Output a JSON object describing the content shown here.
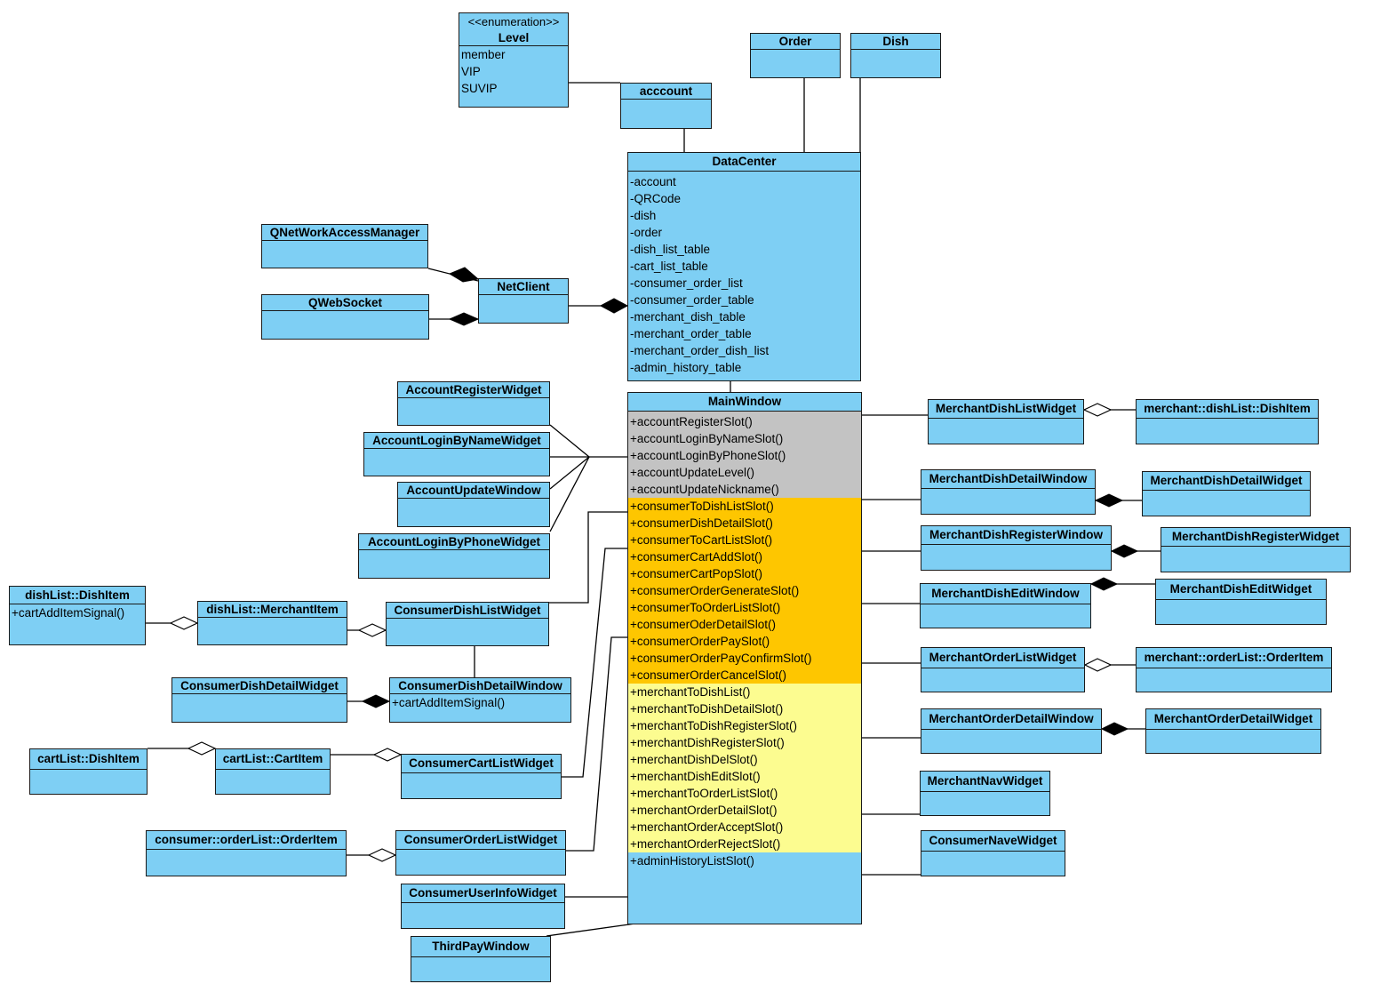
{
  "classes": {
    "level": {
      "stereotype": "<<enumeration>>",
      "name": "Level",
      "attrs": [
        "member",
        "VIP",
        "SUVIP"
      ]
    },
    "acccount": {
      "name": "acccount"
    },
    "order": {
      "name": "Order"
    },
    "dish": {
      "name": "Dish"
    },
    "datacenter": {
      "name": "DataCenter",
      "attrs": [
        "-account",
        "-QRCode",
        "-dish",
        "-order",
        "-dish_list_table",
        "-cart_list_table",
        "-consumer_order_list",
        "-consumer_order_table",
        "-merchant_dish_table",
        "-merchant_order_table",
        "-merchant_order_dish_list",
        "-admin_history_table"
      ]
    },
    "qnam": {
      "name": "QNetWorkAccessManager"
    },
    "qwebsocket": {
      "name": "QWebSocket"
    },
    "netclient": {
      "name": "NetClient"
    },
    "mainwindow": {
      "name": "MainWindow",
      "account_slots": [
        "+accountRegisterSlot()",
        "+accountLoginByNameSlot()",
        "+accountLoginByPhoneSlot()",
        "+accountUpdateLevel()",
        "+accountUpdateNickname()"
      ],
      "consumer_slots": [
        "+consumerToDishListSlot()",
        "+consumerDishDetailSlot()",
        "+consumerToCartListSlot()",
        "+consumerCartAddSlot()",
        "+consumerCartPopSlot()",
        "+consumerOrderGenerateSlot()",
        "+consumerToOrderListSlot()",
        "+consumerOderDetailSlot()",
        "+consumerOrderPaySlot()",
        "+consumerOrderPayConfirmSlot()",
        "+consumerOrderCancelSlot()"
      ],
      "merchant_slots": [
        "+merchantToDishList()",
        "+merchantToDishDetailSlot()",
        "+merchantToDishRegisterSlot()",
        "+merchantDishRegisterSlot()",
        "+merchantDishDelSlot()",
        "+merchantDishEditSlot()",
        "+merchantToOrderListSlot()",
        "+merchantOrderDetailSlot()",
        "+merchantOrderAcceptSlot()",
        "+merchantOrderRejectSlot()"
      ],
      "admin_slots": [
        "+adminHistoryListSlot()"
      ]
    },
    "acc_register": {
      "name": "AccountRegisterWidget"
    },
    "acc_login_name": {
      "name": "AccountLoginByNameWidget"
    },
    "acc_update": {
      "name": "AccountUpdateWindow"
    },
    "acc_login_phone": {
      "name": "AccountLoginByPhoneWidget"
    },
    "dl_dishitem": {
      "name": "dishList::DishItem",
      "ops": [
        "+cartAddItemSignal()"
      ]
    },
    "dl_merchantitem": {
      "name": "dishList::MerchantItem"
    },
    "c_dishlist": {
      "name": "ConsumerDishListWidget"
    },
    "c_dishdetail_widget": {
      "name": "ConsumerDishDetailWidget"
    },
    "c_dishdetail_window": {
      "name": "ConsumerDishDetailWindow",
      "ops": [
        "+cartAddItemSignal()"
      ]
    },
    "cl_dishitem": {
      "name": "cartList::DishItem"
    },
    "cl_cartitem": {
      "name": "cartList::CartItem"
    },
    "c_cartlist": {
      "name": "ConsumerCartListWidget"
    },
    "c_ol_orderitem": {
      "name": "consumer::orderList::OrderItem"
    },
    "c_orderlist": {
      "name": "ConsumerOrderListWidget"
    },
    "c_userinfo": {
      "name": "ConsumerUserInfoWidget"
    },
    "thirdpay": {
      "name": "ThirdPayWindow"
    },
    "m_dishlist": {
      "name": "MerchantDishListWidget"
    },
    "m_dl_dishitem": {
      "name": "merchant::dishList::DishItem"
    },
    "m_dishdetail_window": {
      "name": "MerchantDishDetailWindow"
    },
    "m_dishdetail_widget": {
      "name": "MerchantDishDetailWidget"
    },
    "m_dishreg_window": {
      "name": "MerchantDishRegisterWindow"
    },
    "m_dishreg_widget": {
      "name": "MerchantDishRegisterWidget"
    },
    "m_dishedit_window": {
      "name": "MerchantDishEditWindow"
    },
    "m_dishedit_widget": {
      "name": "MerchantDishEditWidget"
    },
    "m_orderlist": {
      "name": "MerchantOrderListWidget"
    },
    "m_ol_orderitem": {
      "name": "merchant::orderList::OrderItem"
    },
    "m_orderdetail_window": {
      "name": "MerchantOrderDetailWindow"
    },
    "m_orderdetail_widget": {
      "name": "MerchantOrderDetailWidget"
    },
    "m_nav": {
      "name": "MerchantNavWidget"
    },
    "c_nav": {
      "name": "ConsumerNaveWidget"
    }
  },
  "colors": {
    "class_fill": "#7ecff4",
    "account_section": "#c3c3c3",
    "consumer_section": "#fec600",
    "merchant_section": "#fcfc90",
    "border": "#1a1a1a"
  }
}
